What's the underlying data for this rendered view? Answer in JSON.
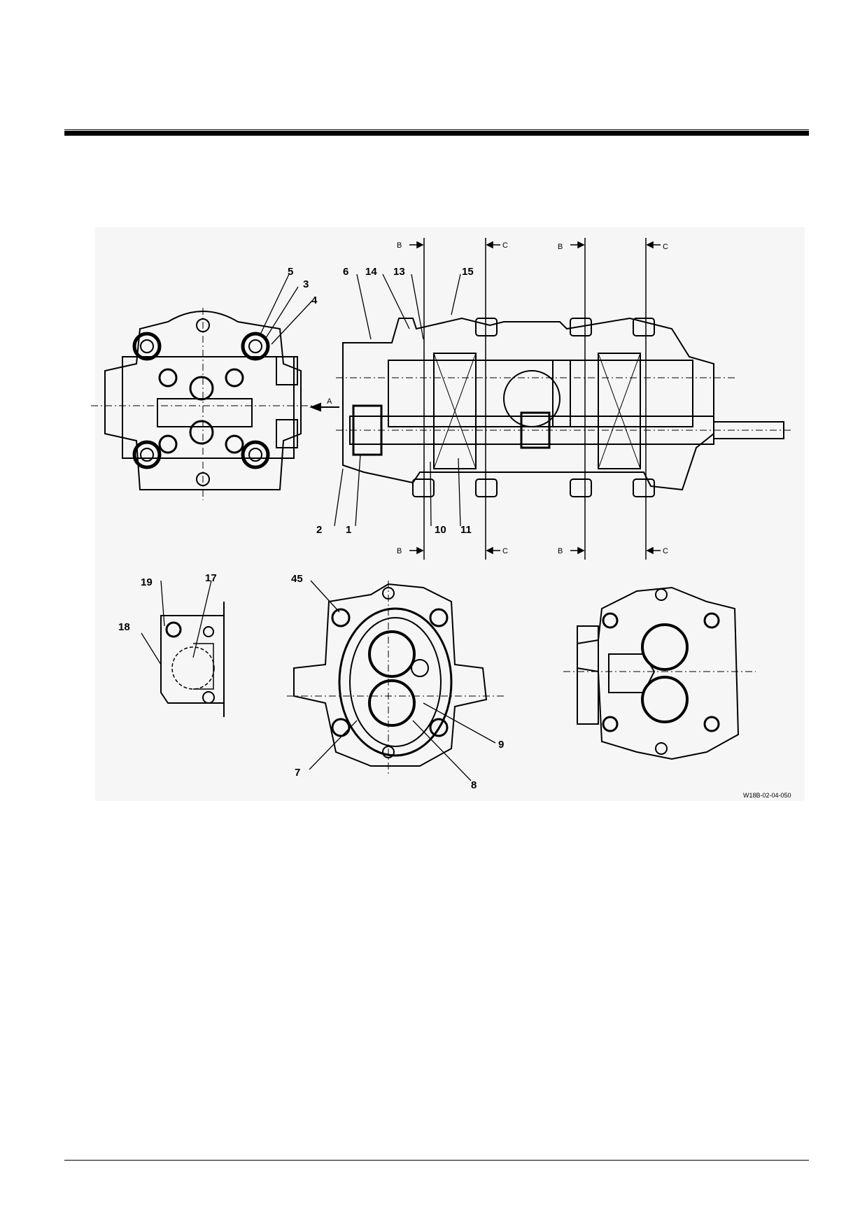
{
  "section_marks": {
    "b": "B",
    "c": "C",
    "a": "A"
  },
  "callouts": {
    "c1": "1",
    "c2": "2",
    "c3": "3",
    "c4": "4",
    "c5": "5",
    "c6": "6",
    "c7": "7",
    "c8": "8",
    "c9": "9",
    "c10": "10",
    "c11": "11",
    "c13": "13",
    "c14": "14",
    "c15": "15",
    "c17": "17",
    "c18": "18",
    "c19": "19",
    "c45": "45"
  },
  "figure_code": "W18B-02-04-050"
}
